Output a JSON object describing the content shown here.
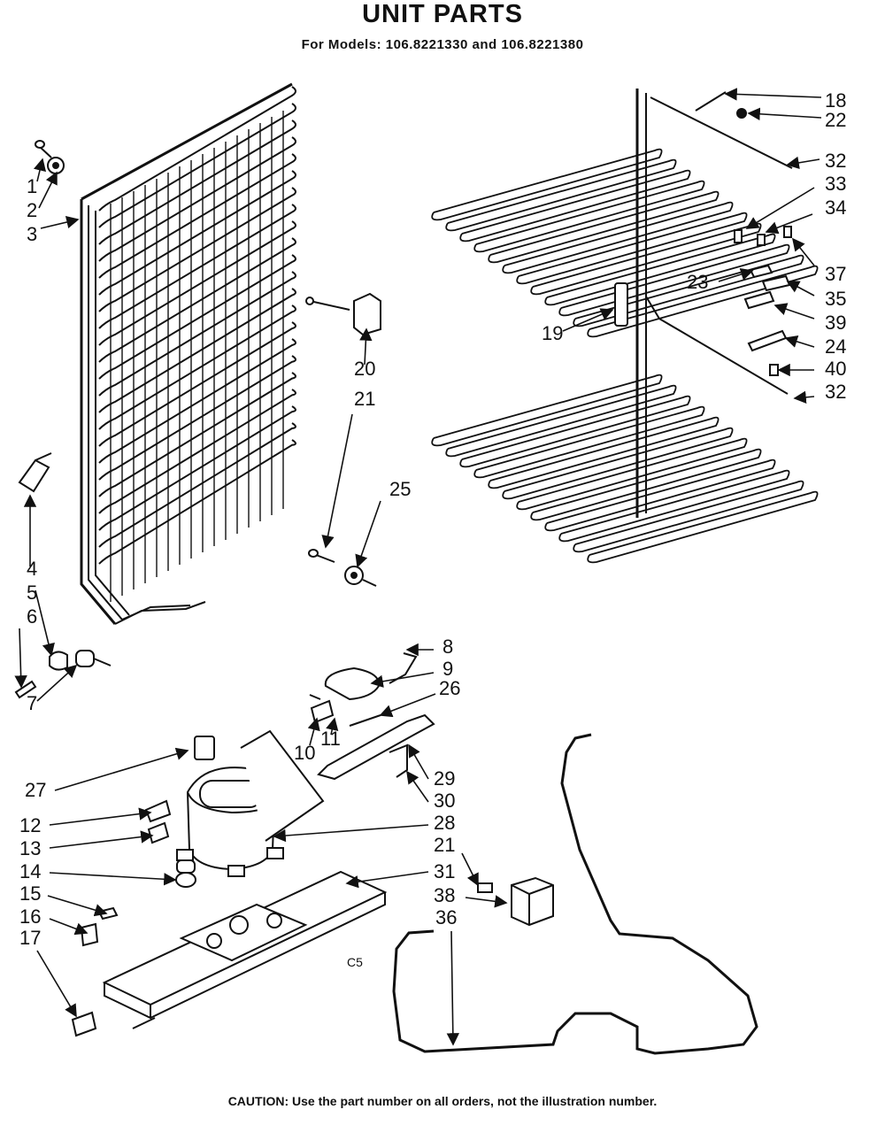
{
  "header": {
    "title": "UNIT PARTS",
    "subtitle": "For Models: 106.8221330 and 106.8221380"
  },
  "footer": {
    "caution": "CAUTION: Use the part number on all orders, not the illustration number."
  },
  "code_mark": "C5",
  "callouts": [
    {
      "id": "c1",
      "label": "1"
    },
    {
      "id": "c2",
      "label": "2"
    },
    {
      "id": "c3",
      "label": "3"
    },
    {
      "id": "c4",
      "label": "4"
    },
    {
      "id": "c5",
      "label": "5"
    },
    {
      "id": "c6",
      "label": "6"
    },
    {
      "id": "c7",
      "label": "7"
    },
    {
      "id": "c8",
      "label": "8"
    },
    {
      "id": "c9",
      "label": "9"
    },
    {
      "id": "c26",
      "label": "26"
    },
    {
      "id": "c10",
      "label": "10"
    },
    {
      "id": "c11",
      "label": "11"
    },
    {
      "id": "c29",
      "label": "29"
    },
    {
      "id": "c30",
      "label": "30"
    },
    {
      "id": "c27",
      "label": "27"
    },
    {
      "id": "c12",
      "label": "12"
    },
    {
      "id": "c13",
      "label": "13"
    },
    {
      "id": "c14",
      "label": "14"
    },
    {
      "id": "c15",
      "label": "15"
    },
    {
      "id": "c16",
      "label": "16"
    },
    {
      "id": "c17",
      "label": "17"
    },
    {
      "id": "c28",
      "label": "28"
    },
    {
      "id": "c21b",
      "label": "21"
    },
    {
      "id": "c31",
      "label": "31"
    },
    {
      "id": "c38",
      "label": "38"
    },
    {
      "id": "c36",
      "label": "36"
    },
    {
      "id": "c20",
      "label": "20"
    },
    {
      "id": "c21a",
      "label": "21"
    },
    {
      "id": "c25",
      "label": "25"
    },
    {
      "id": "c18",
      "label": "18"
    },
    {
      "id": "c22",
      "label": "22"
    },
    {
      "id": "c32a",
      "label": "32"
    },
    {
      "id": "c33",
      "label": "33"
    },
    {
      "id": "c34",
      "label": "34"
    },
    {
      "id": "c37",
      "label": "37"
    },
    {
      "id": "c23",
      "label": "23"
    },
    {
      "id": "c35",
      "label": "35"
    },
    {
      "id": "c39",
      "label": "39"
    },
    {
      "id": "c24",
      "label": "24"
    },
    {
      "id": "c40",
      "label": "40"
    },
    {
      "id": "c32b",
      "label": "32"
    },
    {
      "id": "c19",
      "label": "19"
    }
  ]
}
